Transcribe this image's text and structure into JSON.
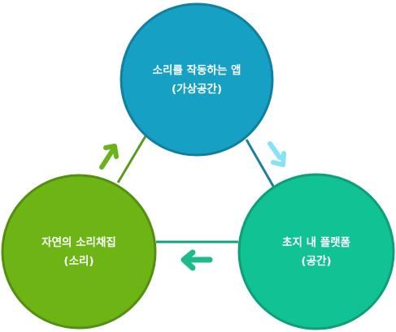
{
  "diagram": {
    "nodes": [
      {
        "id": "app",
        "line1": "소리를 작동하는 앱",
        "line2": "(가상공간)",
        "color": "#15a0c4",
        "border": "#11809f"
      },
      {
        "id": "platform",
        "line1": "초지 내 플랫폼",
        "line2": "(공간)",
        "color": "#10c294",
        "border": "#0e9f79"
      },
      {
        "id": "nature",
        "line1": "자연의 소리채집",
        "line2": "(소리)",
        "color": "#6cb515",
        "border": "#548f10"
      }
    ],
    "edges": [
      {
        "from": "app",
        "to": "platform",
        "arrow_color": "#86e3f6",
        "line_color": "#1d7f9b"
      },
      {
        "from": "platform",
        "to": "nature",
        "arrow_color": "#1dbb8c",
        "line_color": "#16a07c"
      },
      {
        "from": "nature",
        "to": "app",
        "arrow_color": "#6ab31b",
        "line_color": "#5a9a1d"
      }
    ]
  }
}
